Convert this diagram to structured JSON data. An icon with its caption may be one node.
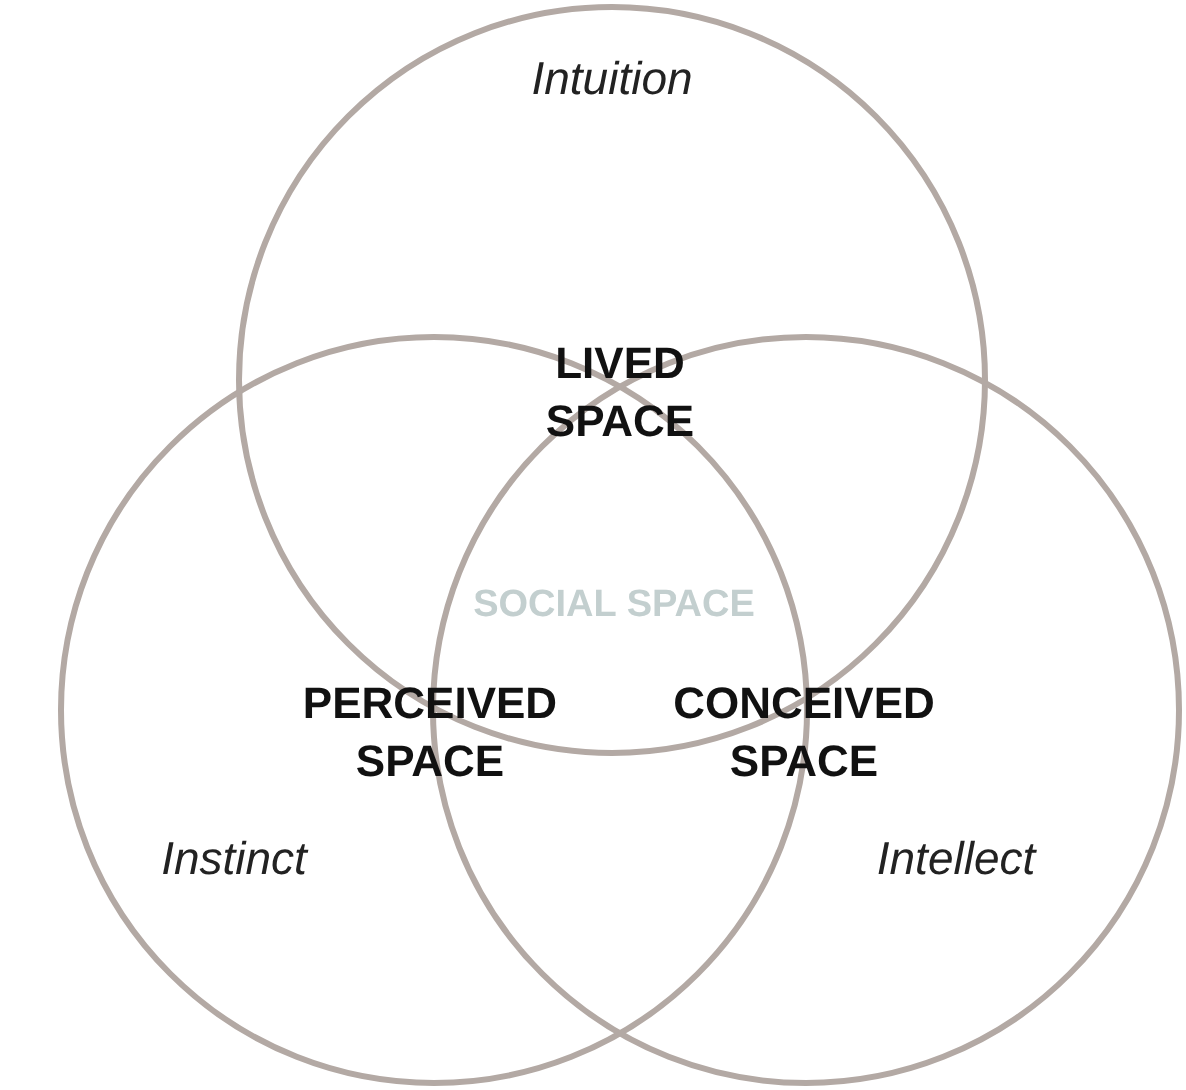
{
  "diagram": {
    "nodes": [
      {
        "text": [
          "Intuition"
        ]
      },
      {
        "text": [
          "Instinct"
        ]
      },
      {
        "text": [
          "Intellect"
        ]
      }
    ],
    "labels": [
      "LIVED SPACE",
      "SOCIAL SPACE",
      "PERCEIVED SPACE",
      "CONCEIVED SPACE"
    ]
  }
}
